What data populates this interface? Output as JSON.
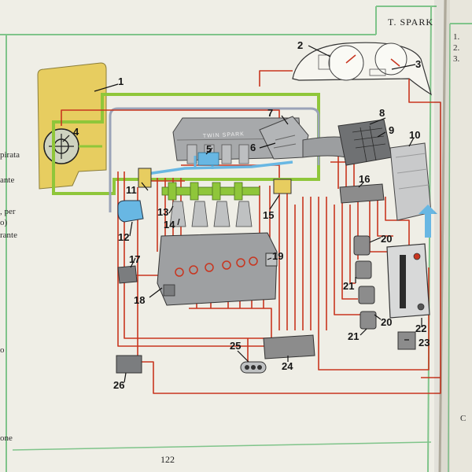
{
  "section_tab": "T. SPARK",
  "page_number": "122",
  "engine_label": "TWIN SPARK",
  "left_margin_fragments": [
    "pirata",
    "ante",
    ", per",
    "o)",
    "rante",
    "o",
    "one"
  ],
  "right_margin_fragments": [
    "1.",
    "2.",
    "3.",
    "C"
  ],
  "components": [
    {
      "num": "1"
    },
    {
      "num": "2"
    },
    {
      "num": "3"
    },
    {
      "num": "4"
    },
    {
      "num": "5"
    },
    {
      "num": "6"
    },
    {
      "num": "7"
    },
    {
      "num": "8"
    },
    {
      "num": "9"
    },
    {
      "num": "10"
    },
    {
      "num": "11"
    },
    {
      "num": "12"
    },
    {
      "num": "13"
    },
    {
      "num": "14"
    },
    {
      "num": "15"
    },
    {
      "num": "16"
    },
    {
      "num": "17"
    },
    {
      "num": "18"
    },
    {
      "num": "19"
    },
    {
      "num": "20"
    },
    {
      "num": "20"
    },
    {
      "num": "21"
    },
    {
      "num": "21"
    },
    {
      "num": "22"
    },
    {
      "num": "23"
    },
    {
      "num": "24"
    },
    {
      "num": "25"
    },
    {
      "num": "26"
    }
  ],
  "colors": {
    "paper": "#efeee6",
    "margin_rule": "#7fc48a",
    "wiring_red": "#c8351f",
    "harness_green": "#8fc63a",
    "fuel_blue": "#68b7e3",
    "panel_yellow": "#e7cd60",
    "component_grey": "#8c8c8c"
  }
}
